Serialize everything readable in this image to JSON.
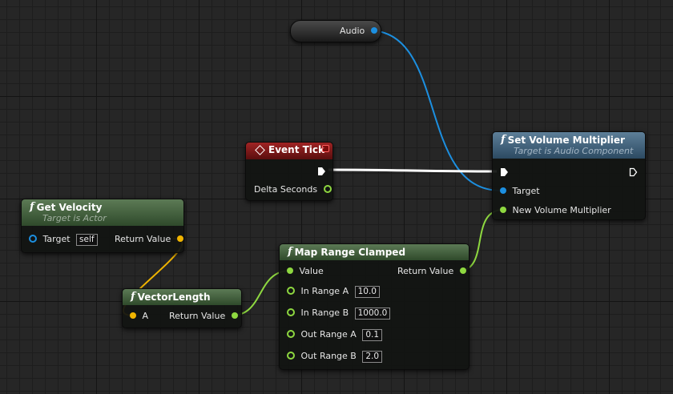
{
  "variable_node": {
    "label": "Audio"
  },
  "event_tick": {
    "title": "Event Tick",
    "pin_delta": "Delta Seconds"
  },
  "set_volume": {
    "title": "Set Volume Multiplier",
    "subtitle": "Target is Audio Component",
    "pin_target": "Target",
    "pin_new_volume": "New Volume Multiplier"
  },
  "get_velocity": {
    "title": "Get Velocity",
    "subtitle": "Target is Actor",
    "pin_target": "Target",
    "target_value": "self",
    "pin_return": "Return Value"
  },
  "vector_length": {
    "title": "VectorLength",
    "pin_a": "A",
    "pin_return": "Return Value"
  },
  "map_range": {
    "title": "Map Range Clamped",
    "pin_value": "Value",
    "pin_return": "Return Value",
    "in_range_a_label": "In Range A",
    "in_range_a_value": "10.0",
    "in_range_b_label": "In Range B",
    "in_range_b_value": "1000.0",
    "out_range_a_label": "Out Range A",
    "out_range_a_value": "0.1",
    "out_range_b_label": "Out Range B",
    "out_range_b_value": "2.0"
  },
  "colors": {
    "object_pin": "#1c8fe0",
    "vector_pin": "#f0b400",
    "float_pin": "#8ed840",
    "exec_wire": "#ffffff",
    "function_header": "#3f5e3a",
    "target_function_header": "#3b5b75",
    "event_header": "#8a1a1a"
  }
}
